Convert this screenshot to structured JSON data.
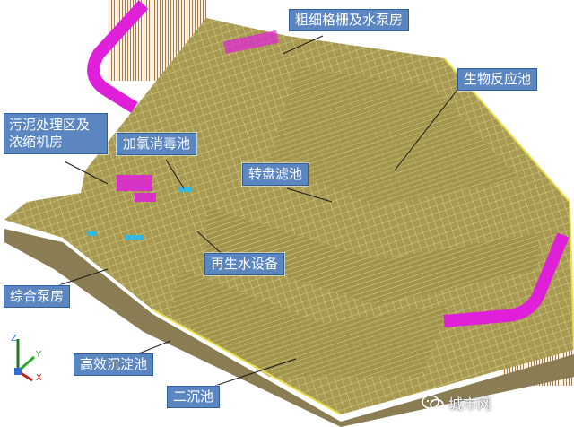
{
  "labels": {
    "screen_room": "粗细格栅及水泵房",
    "bio_reactor": "生物反应池",
    "sludge": "污泥处理区及浓缩机房",
    "chlorination": "加氯消毒池",
    "disc_filter": "转盘滤池",
    "reclaimed_water": "再生水设备",
    "pump_house": "综合泵房",
    "high_eff_sedimentation": "高效沉淀池",
    "secondary_clarifier": "二沉池"
  },
  "axes": {
    "z": "Z",
    "y": "Y",
    "x": "X"
  },
  "watermark": "城市网",
  "colors": {
    "callout_bg": "#5b86c0",
    "model_fill": "#a89a52",
    "model_lines": "#d9d28a",
    "magenta": "#e020d8",
    "pile": "#b07a3a",
    "base": "#8a7d54"
  }
}
